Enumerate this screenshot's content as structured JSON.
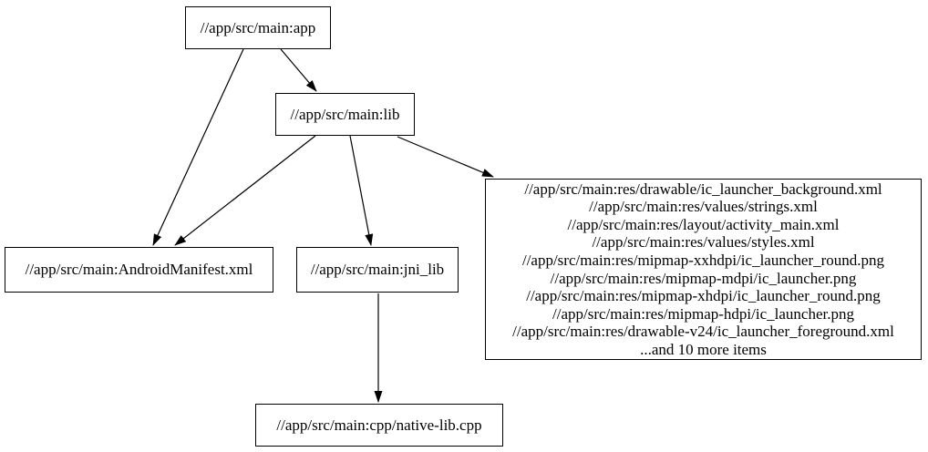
{
  "graph": {
    "type": "directed-dependency-graph",
    "background_color": "#ffffff",
    "node_border_color": "#000000",
    "node_fill_color": "#ffffff",
    "edge_color": "#000000",
    "text_color": "#000000",
    "nodes": [
      {
        "id": "app",
        "label": "//app/src/main:app"
      },
      {
        "id": "lib",
        "label": "//app/src/main:lib"
      },
      {
        "id": "android_manifest",
        "label": "//app/src/main:AndroidManifest.xml"
      },
      {
        "id": "jni_lib",
        "label": "//app/src/main:jni_lib"
      },
      {
        "id": "res_files",
        "lines": [
          "//app/src/main:res/drawable/ic_launcher_background.xml",
          "//app/src/main:res/values/strings.xml",
          "//app/src/main:res/layout/activity_main.xml",
          "//app/src/main:res/values/styles.xml",
          "//app/src/main:res/mipmap-xxhdpi/ic_launcher_round.png",
          "//app/src/main:res/mipmap-mdpi/ic_launcher.png",
          "//app/src/main:res/mipmap-xhdpi/ic_launcher_round.png",
          "//app/src/main:res/mipmap-hdpi/ic_launcher.png",
          "//app/src/main:res/drawable-v24/ic_launcher_foreground.xml",
          "...and 10 more items"
        ]
      },
      {
        "id": "native_lib_cpp",
        "label": "//app/src/main:cpp/native-lib.cpp"
      }
    ],
    "edges": [
      {
        "from": "app",
        "to": "lib"
      },
      {
        "from": "app",
        "to": "android_manifest"
      },
      {
        "from": "lib",
        "to": "android_manifest"
      },
      {
        "from": "lib",
        "to": "jni_lib"
      },
      {
        "from": "lib",
        "to": "res_files"
      },
      {
        "from": "jni_lib",
        "to": "native_lib_cpp"
      }
    ]
  }
}
